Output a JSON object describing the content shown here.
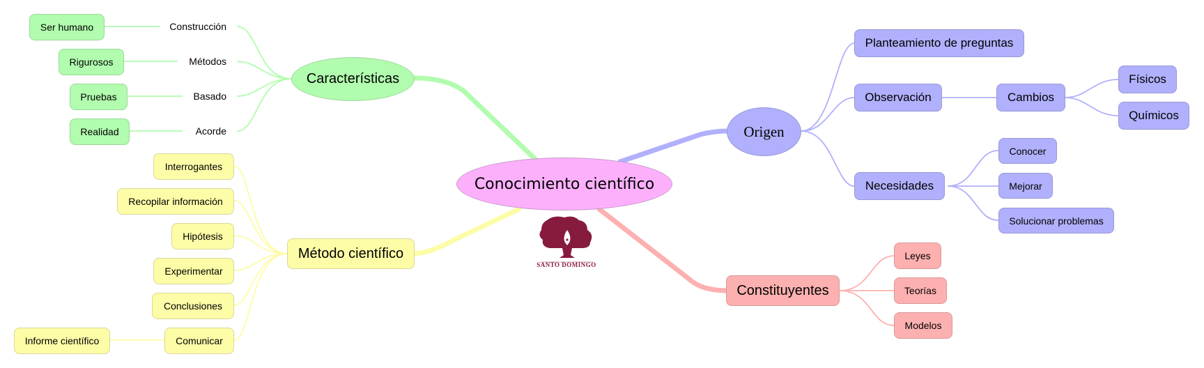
{
  "colors": {
    "center": "#fcb0fc",
    "green": "#b1fcae",
    "yellow": "#fdfca7",
    "blue": "#b0b0fc",
    "red": "#fdb0b0",
    "logo": "#861b3e"
  },
  "center": {
    "label": "Conocimiento científico"
  },
  "logo": {
    "text": "SANTO DOMINGO",
    "icon": "tree-pen-nib-logo"
  },
  "branches": {
    "caracteristicas": {
      "label": "Características",
      "children": [
        {
          "label": "Construcción",
          "child": "Ser humano"
        },
        {
          "label": "Métodos",
          "child": "Rigurosos"
        },
        {
          "label": "Basado",
          "child": "Pruebas"
        },
        {
          "label": "Acorde",
          "child": "Realidad"
        }
      ]
    },
    "metodo": {
      "label": "Método científico",
      "children": [
        {
          "label": "Interrogantes"
        },
        {
          "label": "Recopilar información"
        },
        {
          "label": "Hipótesis"
        },
        {
          "label": "Experimentar"
        },
        {
          "label": "Conclusiones"
        },
        {
          "label": "Comunicar",
          "child": "Informe científico"
        }
      ]
    },
    "origen": {
      "label": "Origen",
      "children": [
        {
          "label": "Planteamiento de preguntas"
        },
        {
          "label": "Observación",
          "child": {
            "label": "Cambios",
            "children": [
              "Físicos",
              "Químicos"
            ]
          }
        },
        {
          "label": "Necesidades",
          "children": [
            "Conocer",
            "Mejorar",
            "Solucionar problemas"
          ]
        }
      ]
    },
    "constituyentes": {
      "label": "Constituyentes",
      "children": [
        {
          "label": "Leyes"
        },
        {
          "label": "Teorías"
        },
        {
          "label": "Modelos"
        }
      ]
    }
  }
}
